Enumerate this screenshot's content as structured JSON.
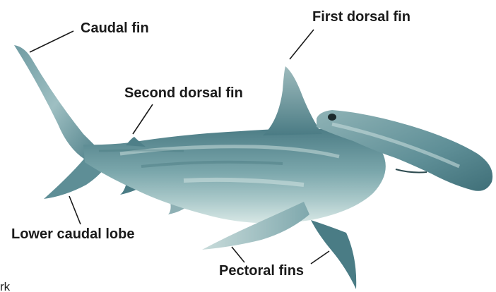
{
  "diagram": {
    "labels": {
      "caudal_fin": "Caudal fin",
      "first_dorsal_fin": "First dorsal fin",
      "second_dorsal_fin": "Second dorsal fin",
      "lower_caudal_lobe": "Lower caudal lobe",
      "pectoral_fins": "Pectoral fins"
    },
    "caption_fragment": "rk",
    "colors": {
      "background": "#ffffff",
      "label_text": "#1a1a1a",
      "leader_line": "#1a1a1a",
      "shark_dark": "#3f6f78",
      "shark_mid": "#6f9ca3",
      "shark_light": "#b7d3d3",
      "shark_belly": "#dbe9e7"
    }
  }
}
